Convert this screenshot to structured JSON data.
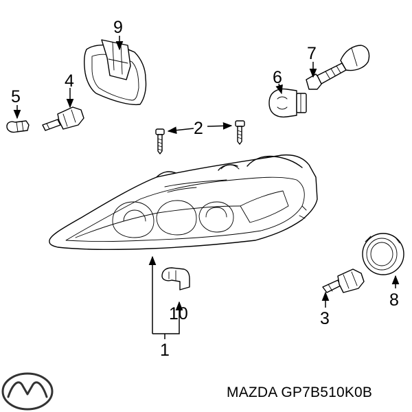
{
  "brand": {
    "logo_icon": "mazda-logo-icon"
  },
  "part_number_text": "MAZDA GP7B510K0B",
  "callouts": [
    {
      "id": "1",
      "label": "1"
    },
    {
      "id": "2",
      "label": "2"
    },
    {
      "id": "3",
      "label": "3"
    },
    {
      "id": "4",
      "label": "4"
    },
    {
      "id": "5",
      "label": "5"
    },
    {
      "id": "6",
      "label": "6"
    },
    {
      "id": "7",
      "label": "7"
    },
    {
      "id": "8",
      "label": "8"
    },
    {
      "id": "9",
      "label": "9"
    },
    {
      "id": "10",
      "label": "10"
    }
  ],
  "colors": {
    "line": "#000000",
    "background": "#ffffff"
  }
}
